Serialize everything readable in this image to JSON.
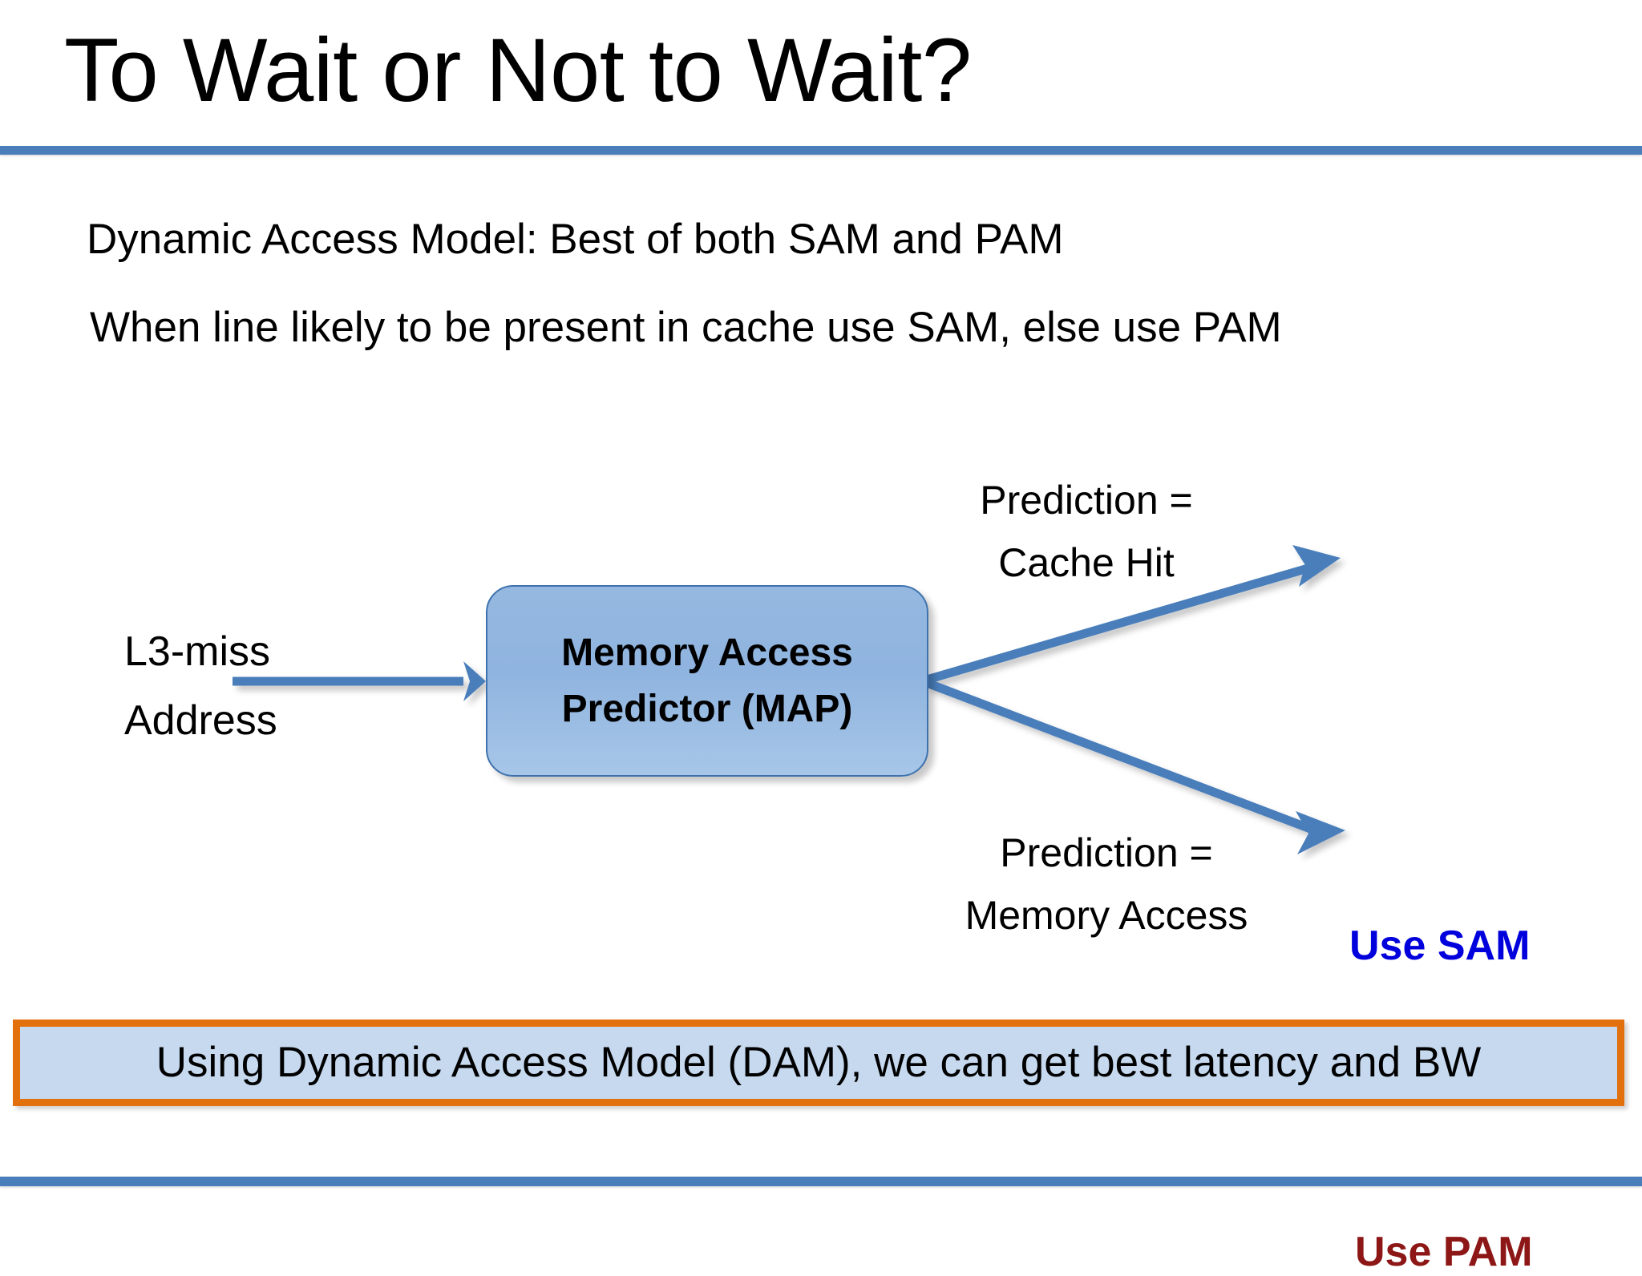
{
  "slide": {
    "title": "To Wait or Not to Wait?",
    "accent_color": "#4A7EBB",
    "background": "#FFFFFF"
  },
  "body": {
    "line_1": "Dynamic Access Model: Best of both SAM and PAM",
    "line_2": "When line likely to be present in cache use SAM, else use PAM"
  },
  "diagram": {
    "input_label_line_1": "L3-miss",
    "input_label_line_2": "Address",
    "box_line_1": "Memory Access",
    "box_line_2": "Predictor (MAP)",
    "box_fill_color": "#95B8E0",
    "box_border_color": "#3F72AD",
    "arrow_color": "#4A7EBB",
    "branch_top_line_1": "Prediction =",
    "branch_top_line_2": "Cache Hit",
    "branch_bottom_line_1": "Prediction =",
    "branch_bottom_line_2": "Memory Access",
    "outcome_top": "Use SAM",
    "outcome_top_color": "#0000DD",
    "outcome_bottom": "Use PAM",
    "outcome_bottom_color": "#8D1616"
  },
  "banner": {
    "text": "Using Dynamic Access Model (DAM), we can get best latency and BW",
    "fill_color": "#C6D9EF",
    "border_color": "#E2700D"
  }
}
